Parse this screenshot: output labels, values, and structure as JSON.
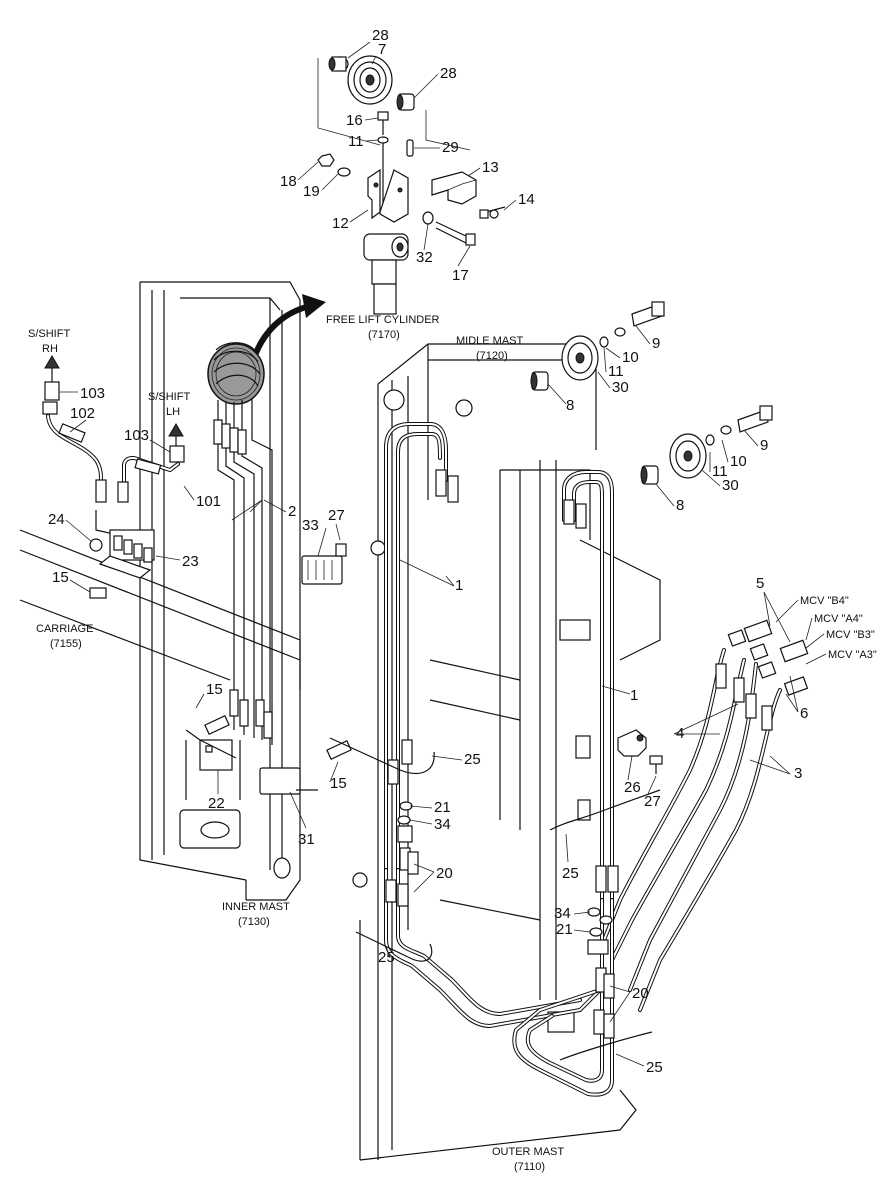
{
  "diagram": {
    "part_numbers": [
      {
        "key": "n28a",
        "text": "28"
      },
      {
        "key": "n7",
        "text": "7"
      },
      {
        "key": "n28b",
        "text": "28"
      },
      {
        "key": "n16",
        "text": "16"
      },
      {
        "key": "n11a",
        "text": "11"
      },
      {
        "key": "n29",
        "text": "29"
      },
      {
        "key": "n13",
        "text": "13"
      },
      {
        "key": "n18",
        "text": "18"
      },
      {
        "key": "n19",
        "text": "19"
      },
      {
        "key": "n14",
        "text": "14"
      },
      {
        "key": "n12",
        "text": "12"
      },
      {
        "key": "n32",
        "text": "32"
      },
      {
        "key": "n17",
        "text": "17"
      },
      {
        "key": "n9a",
        "text": "9"
      },
      {
        "key": "n10a",
        "text": "10"
      },
      {
        "key": "n11b",
        "text": "11"
      },
      {
        "key": "n30a",
        "text": "30"
      },
      {
        "key": "n8a",
        "text": "8"
      },
      {
        "key": "n9b",
        "text": "9"
      },
      {
        "key": "n10b",
        "text": "10"
      },
      {
        "key": "n11c",
        "text": "11"
      },
      {
        "key": "n30b",
        "text": "30"
      },
      {
        "key": "n8b",
        "text": "8"
      },
      {
        "key": "n103a",
        "text": "103"
      },
      {
        "key": "n102",
        "text": "102"
      },
      {
        "key": "n103b",
        "text": "103"
      },
      {
        "key": "n101",
        "text": "101"
      },
      {
        "key": "n2",
        "text": "2"
      },
      {
        "key": "n33",
        "text": "33"
      },
      {
        "key": "n27a",
        "text": "27"
      },
      {
        "key": "n24",
        "text": "24"
      },
      {
        "key": "n23",
        "text": "23"
      },
      {
        "key": "n15a",
        "text": "15"
      },
      {
        "key": "n1a",
        "text": "1"
      },
      {
        "key": "n5",
        "text": "5"
      },
      {
        "key": "n1b",
        "text": "1"
      },
      {
        "key": "n6",
        "text": "6"
      },
      {
        "key": "n15b",
        "text": "15"
      },
      {
        "key": "n4",
        "text": "4"
      },
      {
        "key": "n3",
        "text": "3"
      },
      {
        "key": "n25a",
        "text": "25"
      },
      {
        "key": "n15c",
        "text": "15"
      },
      {
        "key": "n22",
        "text": "22"
      },
      {
        "key": "n26",
        "text": "26"
      },
      {
        "key": "n27b",
        "text": "27"
      },
      {
        "key": "n21a",
        "text": "21"
      },
      {
        "key": "n34a",
        "text": "34"
      },
      {
        "key": "n31",
        "text": "31"
      },
      {
        "key": "n25b",
        "text": "25"
      },
      {
        "key": "n20a",
        "text": "20"
      },
      {
        "key": "n34b",
        "text": "34"
      },
      {
        "key": "n21b",
        "text": "21"
      },
      {
        "key": "n25c",
        "text": "25"
      },
      {
        "key": "n20b",
        "text": "20"
      },
      {
        "key": "n25d",
        "text": "25"
      }
    ],
    "captions": {
      "free_lift_cylinder": "FREE LIFT CYLINDER",
      "free_lift_cylinder_code": "(7170)",
      "midle_mast": "MIDLE MAST",
      "midle_mast_code": "(7120)",
      "sshift_rh": "S/SHIFT",
      "sshift_rh_side": "RH",
      "sshift_lh": "S/SHIFT",
      "sshift_lh_side": "LH",
      "carriage": "CARRIAGE",
      "carriage_code": "(7155)",
      "inner_mast": "INNER MAST",
      "inner_mast_code": "(7130)",
      "outer_mast": "OUTER MAST",
      "outer_mast_code": "(7110)",
      "mcv_b4": "MCV \"B4\"",
      "mcv_a4": "MCV \"A4\"",
      "mcv_b3": "MCV \"B3\"",
      "mcv_a3": "MCV \"A3\""
    }
  }
}
